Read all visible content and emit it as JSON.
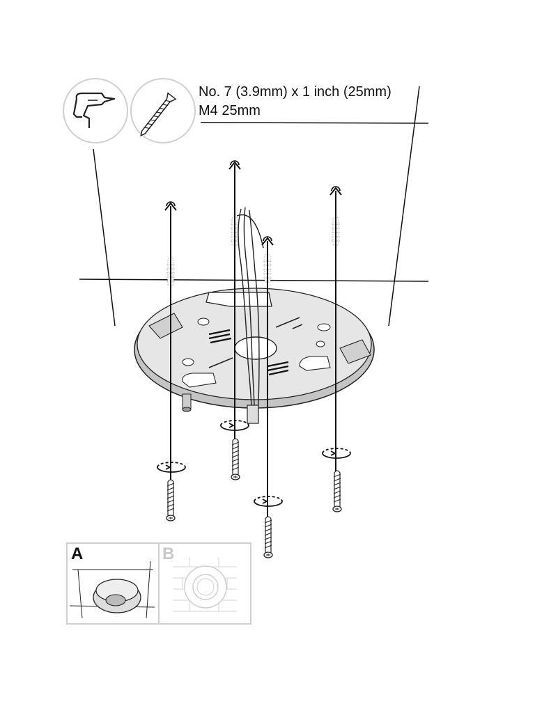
{
  "screw_spec": {
    "line1": "No. 7 (3.9mm) x 1 inch (25mm)",
    "line2": "M4 25mm"
  },
  "mounting_options": {
    "option_a_label": "A",
    "option_b_label": "B"
  },
  "icons": [
    "drill-icon",
    "screw-icon",
    "wall-anchor-icon",
    "rotate-arrow-icon"
  ],
  "colors": {
    "line": "#111111",
    "plate_fill": "#e6e6e6",
    "plate_edge": "#c4c4c4",
    "dim_option": "#c8c8c8"
  }
}
